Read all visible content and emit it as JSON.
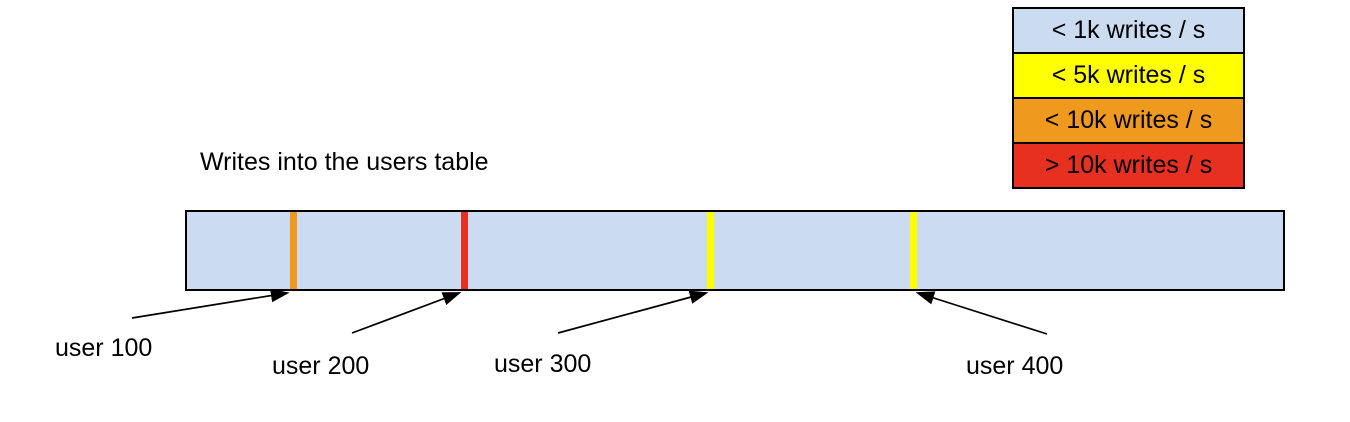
{
  "title": "Writes into the users table",
  "legend": {
    "items": [
      {
        "id": "lt-1k",
        "label": "< 1k writes / s",
        "color": "#ccdcf0"
      },
      {
        "id": "lt-5k",
        "label": "< 5k writes / s",
        "color": "#ffff00"
      },
      {
        "id": "lt-10k",
        "label": "< 10k writes / s",
        "color": "#f0991f"
      },
      {
        "id": "gt-10k",
        "label": "> 10k writes / s",
        "color": "#e7301f"
      }
    ]
  },
  "bar": {
    "fill": "#ccdcf0",
    "border_color": "#000000"
  },
  "hotspots": [
    {
      "label": "user 100",
      "color": "#f0991f"
    },
    {
      "label": "user 200",
      "color": "#e7301f"
    },
    {
      "label": "user 300",
      "color": "#ffff00"
    },
    {
      "label": "user 400",
      "color": "#ffff00"
    }
  ]
}
